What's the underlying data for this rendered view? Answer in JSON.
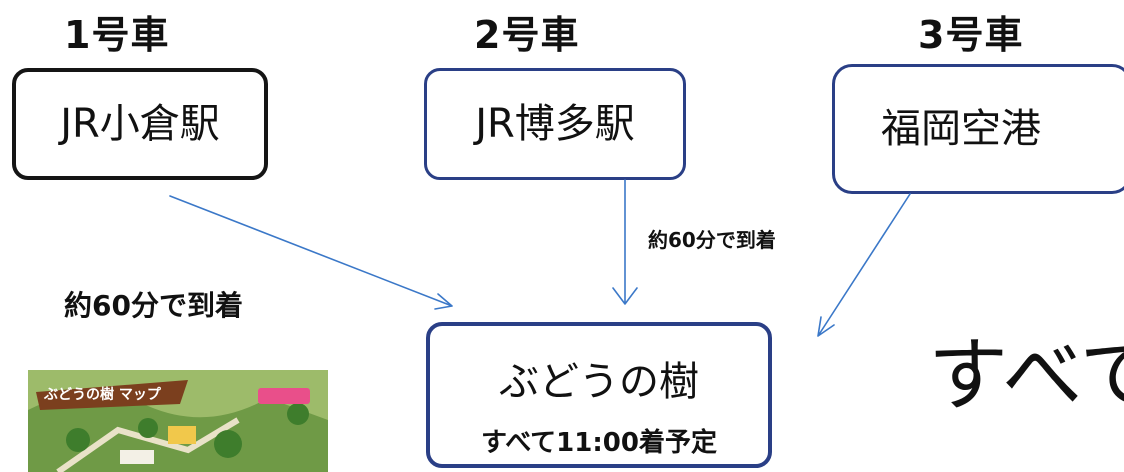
{
  "cars": [
    {
      "label": "1号車",
      "station": "JR小倉駅"
    },
    {
      "label": "2号車",
      "station": "JR博多駅"
    },
    {
      "label": "3号車",
      "station": "福岡空港"
    }
  ],
  "notes": {
    "left": "約60分で到着",
    "middle": "約60分で到着"
  },
  "destination": {
    "name": "ぶどうの樹",
    "arrival": "すべて11:00着予定"
  },
  "right_text": "すべて",
  "map_thumbnail": {
    "title": "ぶどうの樹 マップ"
  },
  "colors": {
    "arrow": "#3b78c8",
    "blue_border": "#2a3f86",
    "black_border": "#151515"
  }
}
